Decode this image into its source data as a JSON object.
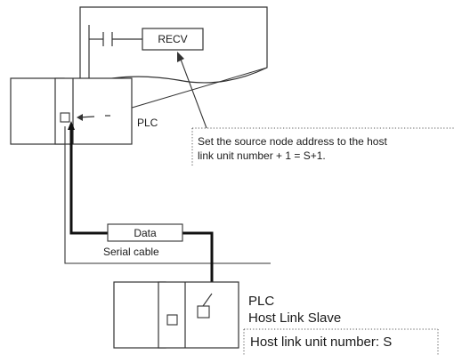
{
  "ladder": {
    "instruction": "RECV"
  },
  "plc_top": {
    "label": "PLC"
  },
  "callout_top": {
    "line1": "Set the source node address to the host",
    "line2": "link unit number + 1 = S+1."
  },
  "cable": {
    "data_label": "Data",
    "cable_label": "Serial cable"
  },
  "plc_bottom": {
    "label": "PLC",
    "sublabel": "Host Link Slave",
    "callout": "Host link unit number: S"
  }
}
